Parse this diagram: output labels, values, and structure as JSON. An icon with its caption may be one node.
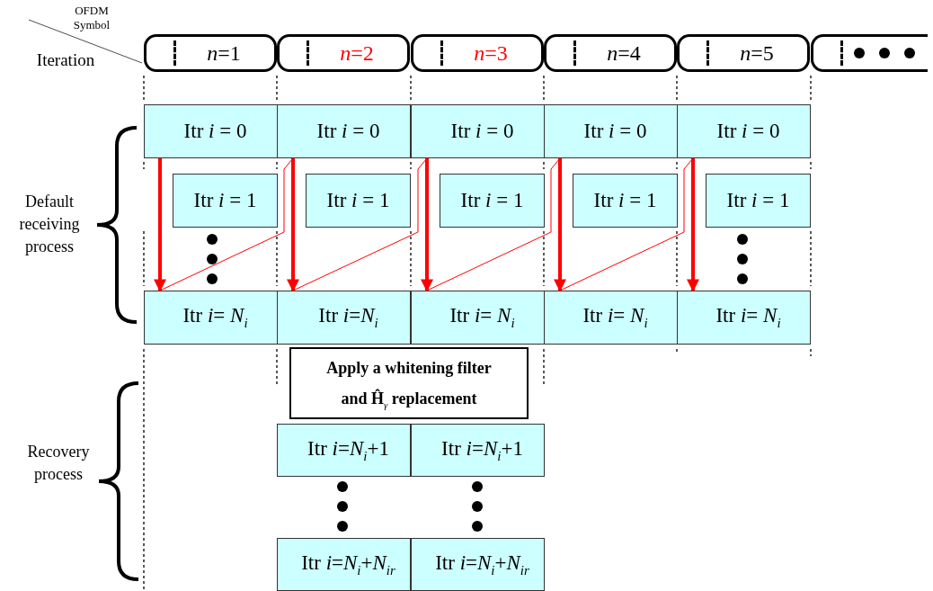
{
  "diagram": {
    "nodes": [
      {
        "text": [
          "*n*=1"
        ]
      },
      {
        "text": [
          "*n*=2"
        ]
      },
      {
        "text": [
          "*n*=3"
        ]
      },
      {
        "text": [
          "*n*=4"
        ]
      },
      {
        "text": [
          "*n*=5"
        ]
      },
      {
        "text": [],
        "shape": "box"
      },
      {
        "text": [
          "Itr *i* = 0"
        ]
      },
      {
        "text": [
          "Itr *i* = 0"
        ]
      },
      {
        "text": [
          "Itr *i* = 0"
        ]
      },
      {
        "text": [
          "Itr *i* = 0"
        ]
      },
      {
        "text": [
          "Itr *i* = 0"
        ]
      },
      {
        "text": [
          "Itr *i* = 1"
        ]
      },
      {
        "text": [
          "Itr *i* = 1"
        ]
      },
      {
        "text": [
          "Itr *i* = 1"
        ]
      },
      {
        "text": [
          "Itr *i* = 1"
        ]
      },
      {
        "text": [
          "Itr *i* = 1"
        ]
      },
      {
        "text": [
          "Itr *i*= *N*$_{i}$"
        ]
      },
      {
        "text": [
          "Itr *i*=*N*$_{i}$"
        ]
      },
      {
        "text": [
          "Itr *i*= *N*$_{i}$"
        ]
      },
      {
        "text": [
          "Itr *i*= *N*$_{i}$"
        ]
      },
      {
        "text": [
          "Itr *i*= *N*$_{i}$"
        ]
      },
      {
        "text": [
          "Apply a whitening filter and Ĥ$_{γ}$ replacement"
        ]
      },
      {
        "text": [
          "Itr *i*=*N*$_{i}$+1"
        ]
      },
      {
        "text": [
          "Itr *i*=*N*$_{i}$+1"
        ]
      },
      {
        "text": [
          "Itr *i*=*N*$_{i}$+*N*$_{ir}$"
        ]
      },
      {
        "text": [
          "Itr *i*=*N*$_{i}$+*N*$_{ir}$"
        ]
      }
    ],
    "edges": [
      {
        "from": 6,
        "to": 16,
        "arrow": "to",
        "color": "#ff0000"
      },
      {
        "from": 7,
        "to": 17,
        "arrow": "to",
        "color": "#ff0000"
      },
      {
        "from": 8,
        "to": 18,
        "arrow": "to",
        "color": "#ff0000"
      },
      {
        "from": 9,
        "to": 19,
        "arrow": "to",
        "color": "#ff0000"
      },
      {
        "from": 10,
        "to": 20,
        "arrow": "to",
        "color": "#ff0000"
      },
      {
        "from": 16,
        "to": 7,
        "arrow": "none",
        "color": "#ff0000"
      },
      {
        "from": 17,
        "to": 8,
        "arrow": "none",
        "color": "#ff0000"
      },
      {
        "from": 18,
        "to": 9,
        "arrow": "none",
        "color": "#ff0000"
      },
      {
        "from": 19,
        "to": 10,
        "arrow": "none",
        "color": "#ff0000"
      }
    ],
    "labels": [
      "OFDM Symbol",
      "Iteration",
      "Default receiving process",
      "Recovery process"
    ]
  }
}
